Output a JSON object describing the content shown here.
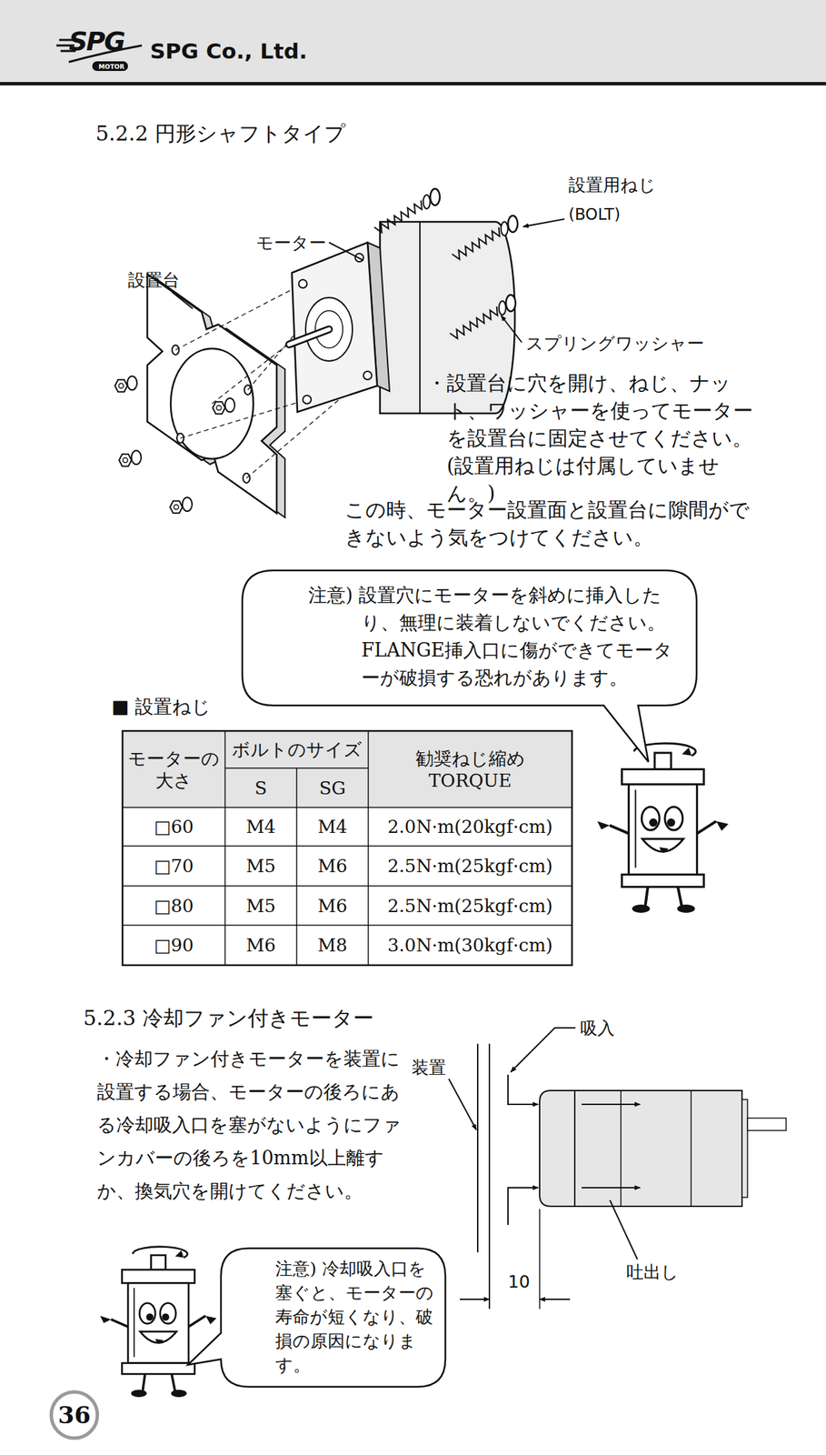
{
  "diagram": {
    "title": "5.2.2 円形シャフトタイプ",
    "nodes": [
      {
        "text": [
          "SPG Co., Ltd."
        ]
      },
      {
        "text": [
          "注意) 設置穴にモーターを斜めに挿入したり、無理に装着しないでください。FLANGE挿入口に傷ができてモーターが破損する恐れがあります。"
        ]
      },
      {
        "text": [
          "注意) 冷却吸入口を塞ぐと、モーターの寿命が短くなり、破損の原因になります。"
        ]
      },
      {
        "text": [
          "36"
        ]
      }
    ],
    "labels": [
      "SPG",
      "MOTOR",
      "設置用ねじ",
      "(BOLT)",
      "モーター",
      "設置台",
      "スプリングワッシャー",
      "・設置台に穴を開け、ねじ、ナット、ワッシャーを使ってモーターを設置台に固定させてください。(設置用ねじは付属していません。)",
      "この時、モーター設置面と設置台に隙間ができないよう気をつけてください。",
      "■ 設置ねじ",
      "モーターの大さ",
      "ボルトのサイズ",
      "勧奨ねじ縮め TORQUE",
      "S",
      "SG",
      "□60",
      "M4",
      "M4",
      "2.0N·m(20kgf·cm)",
      "□70",
      "M5",
      "M6",
      "2.5N·m(25kgf·cm)",
      "□80",
      "M5",
      "M6",
      "2.5N·m(25kgf·cm)",
      "□90",
      "M6",
      "M8",
      "3.0N·m(30kgf·cm)",
      "5.2.3 冷却ファン付きモーター",
      "・冷却ファン付きモーターを装置に設置する場合、モーターの後ろにある冷却吸入口を塞がないようにファンカバーの後ろを10mm以上離すか、換気穴を開けてください。",
      "吸入",
      "装置",
      "吐出し",
      "10"
    ]
  }
}
